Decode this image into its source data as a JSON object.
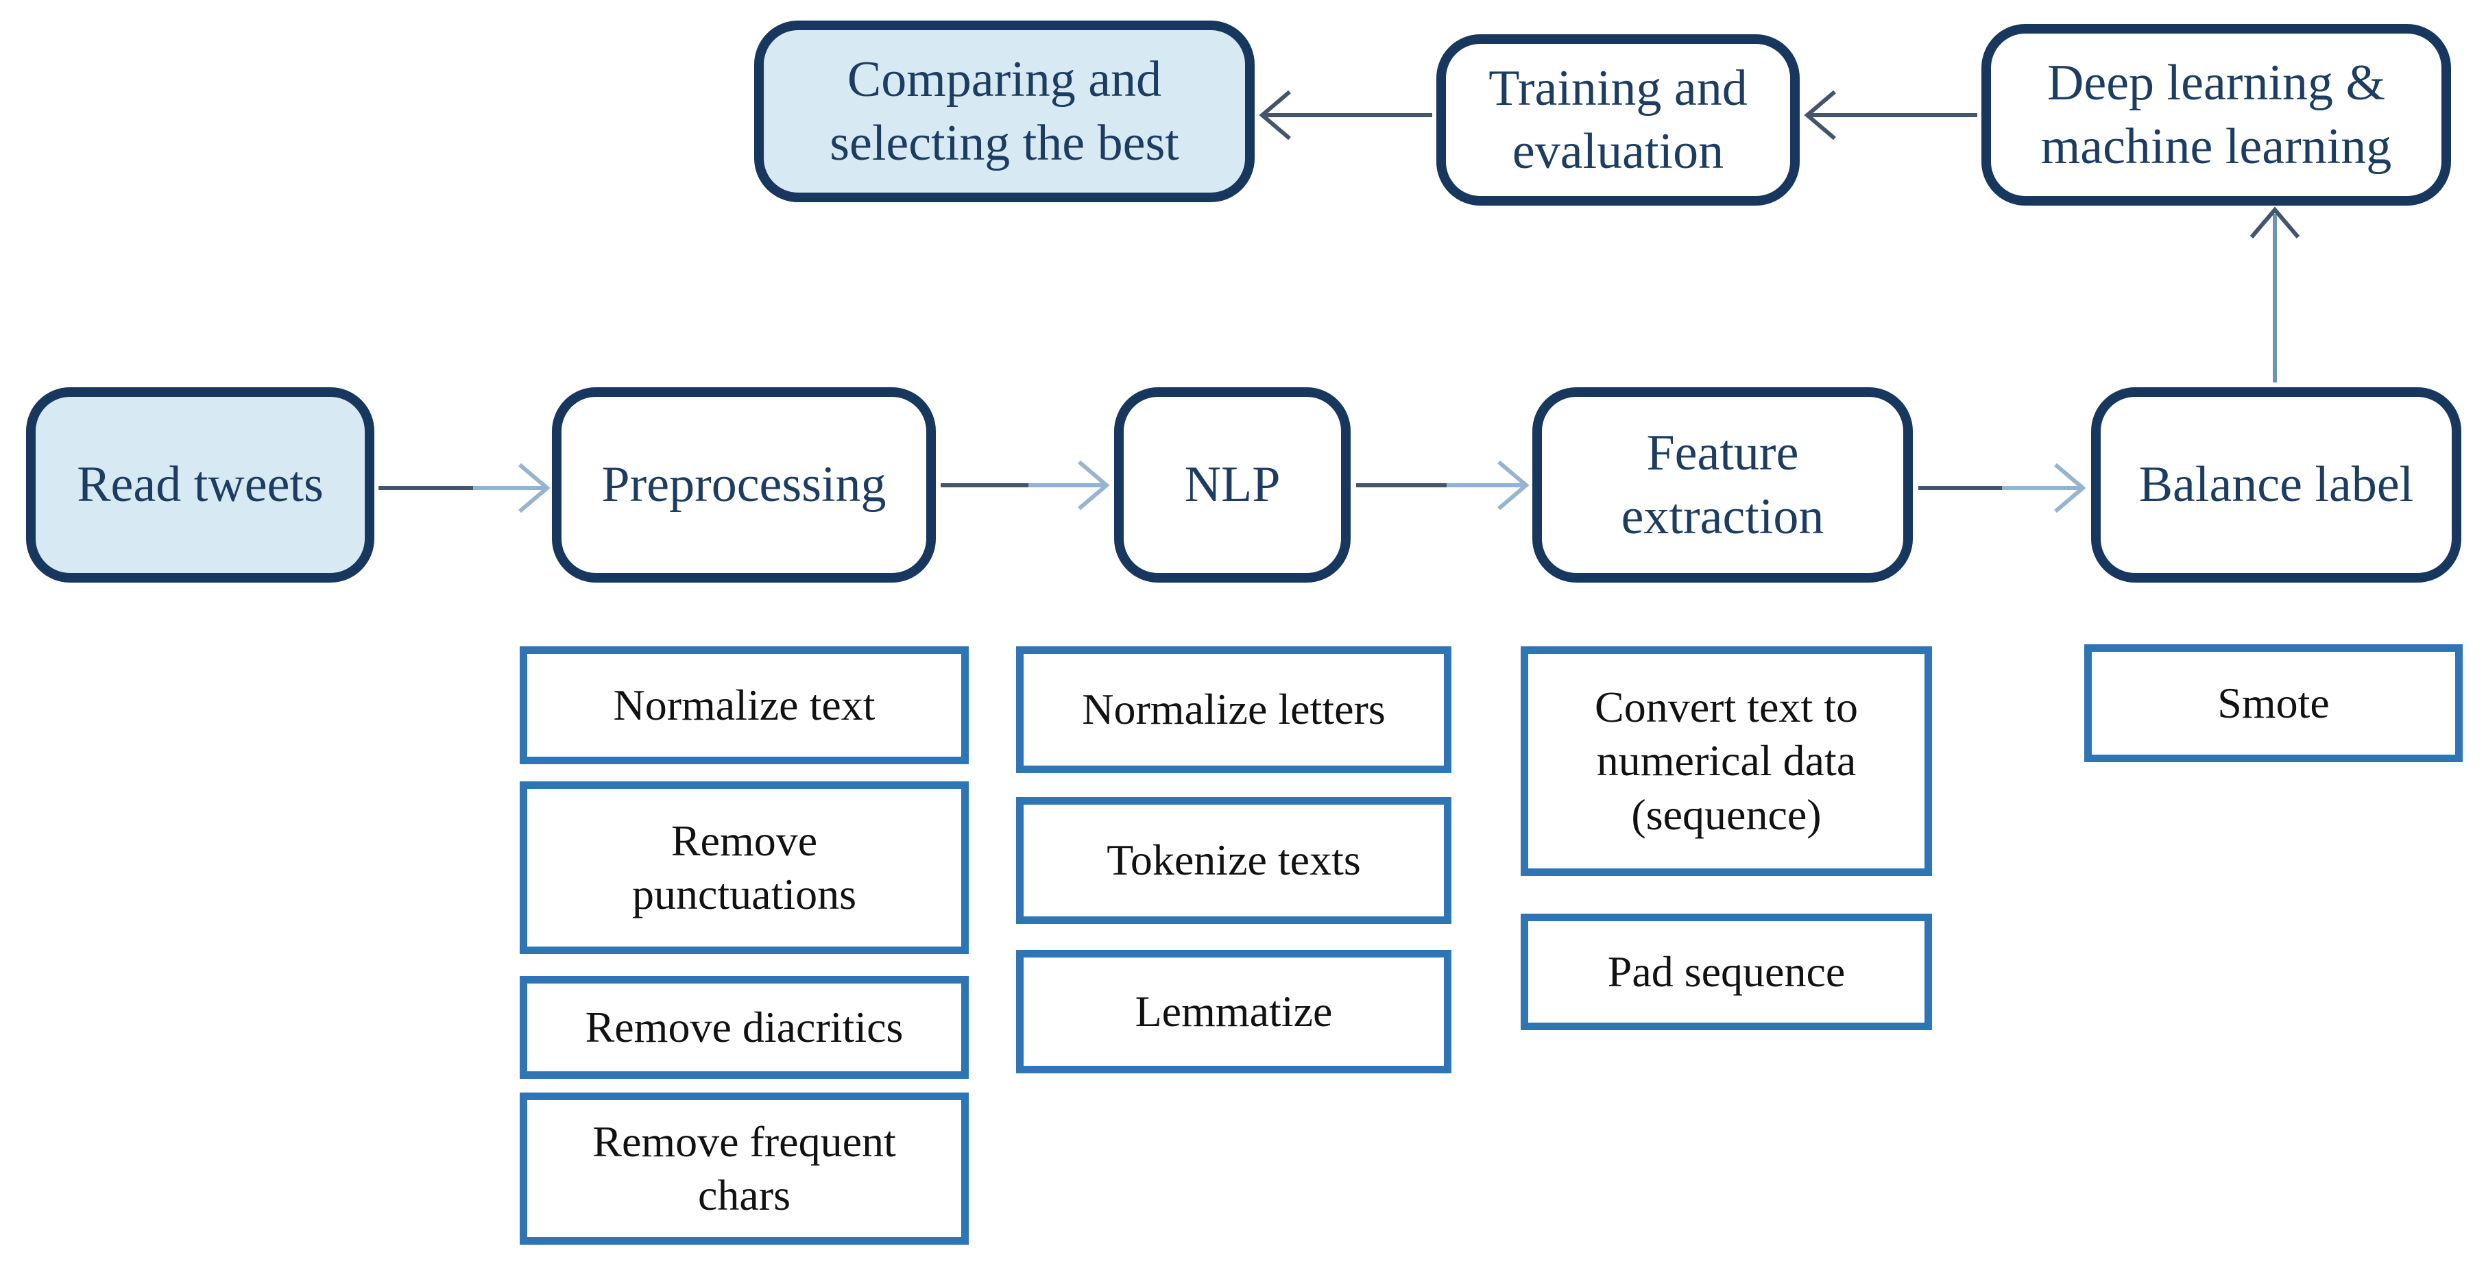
{
  "figure": {
    "type": "flowchart",
    "description": "Tweet classification pipeline diagram",
    "colors": {
      "main_border": "#17375E",
      "sub_border": "#2E75B6",
      "highlight_fill": "#D7E9F3",
      "box_fill": "#FFFFFF",
      "main_text": "#1C3D61",
      "sub_text": "#111111",
      "arrow_dark": "#44546A",
      "arrow_light": "#8FB4D6"
    },
    "main_flow": {
      "read_tweets": "Read tweets",
      "preprocessing": "Preprocessing",
      "nlp": "NLP",
      "feature_extraction": "Feature\nextraction",
      "balance_label": "Balance label",
      "deep_learning": "Deep learning &\nmachine learning",
      "training_evaluation": "Training and\nevaluation",
      "comparing_selecting": "Comparing and\nselecting the best"
    },
    "sub_steps": {
      "preprocessing": [
        "Normalize text",
        "Remove\npunctuations",
        "Remove diacritics",
        "Remove frequent\nchars"
      ],
      "nlp": [
        "Normalize letters",
        "Tokenize texts",
        "Lemmatize"
      ],
      "feature_extraction": [
        "Convert text to\nnumerical data\n(sequence)",
        "Pad sequence"
      ],
      "balance_label": [
        "Smote"
      ]
    },
    "edges": [
      {
        "from": "read_tweets",
        "to": "preprocessing"
      },
      {
        "from": "preprocessing",
        "to": "nlp"
      },
      {
        "from": "nlp",
        "to": "feature_extraction"
      },
      {
        "from": "feature_extraction",
        "to": "balance_label"
      },
      {
        "from": "balance_label",
        "to": "deep_learning"
      },
      {
        "from": "deep_learning",
        "to": "training_evaluation"
      },
      {
        "from": "training_evaluation",
        "to": "comparing_selecting"
      }
    ]
  }
}
